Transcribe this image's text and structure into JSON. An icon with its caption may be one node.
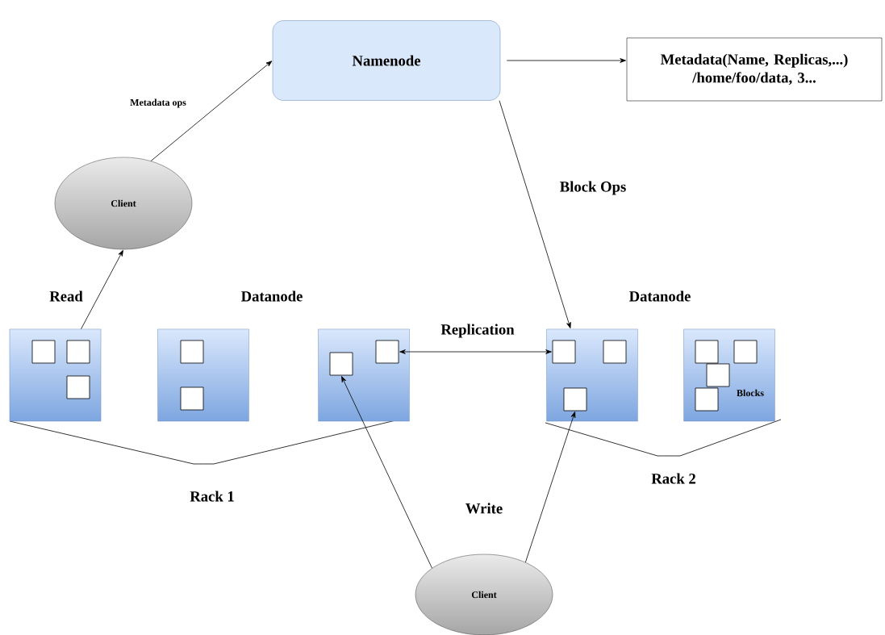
{
  "diagram": {
    "nodes": [
      {
        "text": [
          "Namenode"
        ]
      },
      {
        "text": [
          "Metadata(Name, Replicas,...) /home/foo/data, 3..."
        ]
      },
      {
        "text": [
          "Client"
        ]
      },
      {
        "text": [
          "Client"
        ]
      },
      {
        "text": [],
        "shape": "box"
      },
      {
        "text": [],
        "shape": "box",
        "in": 4
      },
      {
        "text": [],
        "shape": "box",
        "in": 4
      },
      {
        "text": [],
        "shape": "box",
        "in": 4
      },
      {
        "text": [],
        "shape": "box"
      },
      {
        "text": [],
        "shape": "box",
        "in": 8
      },
      {
        "text": [],
        "shape": "box",
        "in": 8
      },
      {
        "text": [],
        "shape": "box"
      },
      {
        "text": [],
        "shape": "box",
        "in": 11
      },
      {
        "text": [],
        "shape": "box",
        "in": 11
      },
      {
        "text": [],
        "shape": "box"
      },
      {
        "text": [],
        "shape": "box",
        "in": 14
      },
      {
        "text": [],
        "shape": "box",
        "in": 14
      },
      {
        "text": [],
        "shape": "box",
        "in": 14
      },
      {
        "text": [
          "Blocks"
        ]
      },
      {
        "text": [],
        "shape": "box",
        "in": 18
      },
      {
        "text": [],
        "shape": "box",
        "in": 18
      },
      {
        "text": [],
        "shape": "box",
        "in": 18
      },
      {
        "text": [],
        "shape": "box",
        "in": 18
      }
    ],
    "edges": [
      {
        "from": 0,
        "to": 1,
        "arrow": "to"
      },
      {
        "from": 2,
        "to": 0,
        "arrow": "to",
        "label": "Metadata ops"
      },
      {
        "from": 4,
        "to": 2,
        "arrow": "to",
        "label": "Read"
      },
      {
        "from": 0,
        "to": 14,
        "arrow": "to",
        "label": "Block Ops"
      },
      {
        "from": 13,
        "to": 15,
        "arrow": "both",
        "label": "Replication"
      },
      {
        "from": 3,
        "to": 12,
        "arrow": "to"
      },
      {
        "from": 3,
        "to": 17,
        "arrow": "to"
      }
    ],
    "labels": [
      "Datanode",
      "Datanode",
      "Rack 1",
      "Rack 2",
      "Write"
    ]
  }
}
